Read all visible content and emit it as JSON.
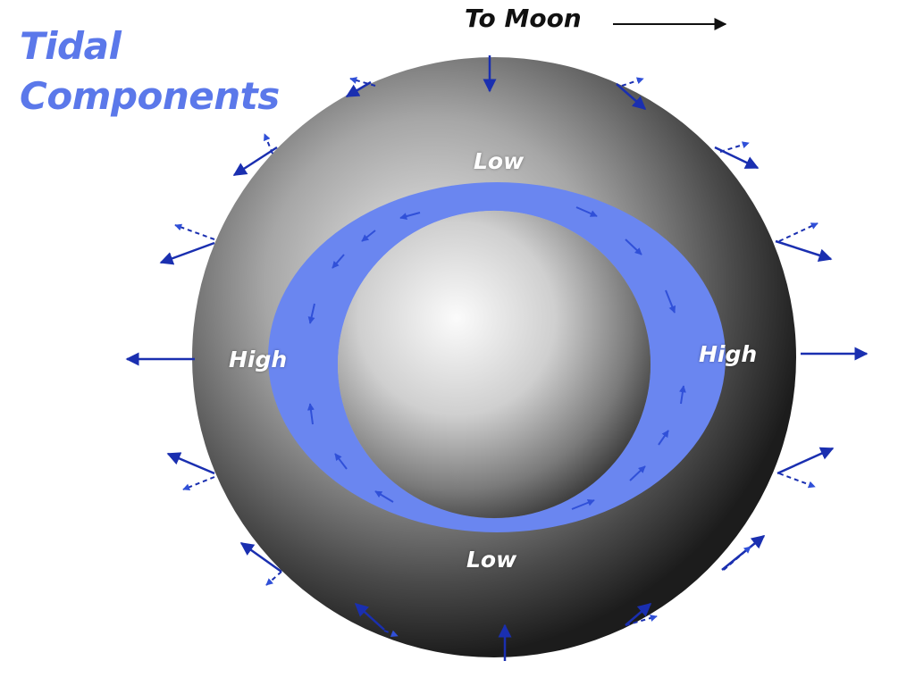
{
  "title": {
    "line1": "Tidal",
    "line2": "Components"
  },
  "direction_label": "To Moon",
  "labels": {
    "low_top": "Low",
    "low_bottom": "Low",
    "high_left": "High",
    "high_right": "High"
  },
  "colors": {
    "title": "#5b78ea",
    "ocean_band": "#6a86f0",
    "arrows": "#1a2fb0",
    "moon_arrow": "#111111"
  }
}
